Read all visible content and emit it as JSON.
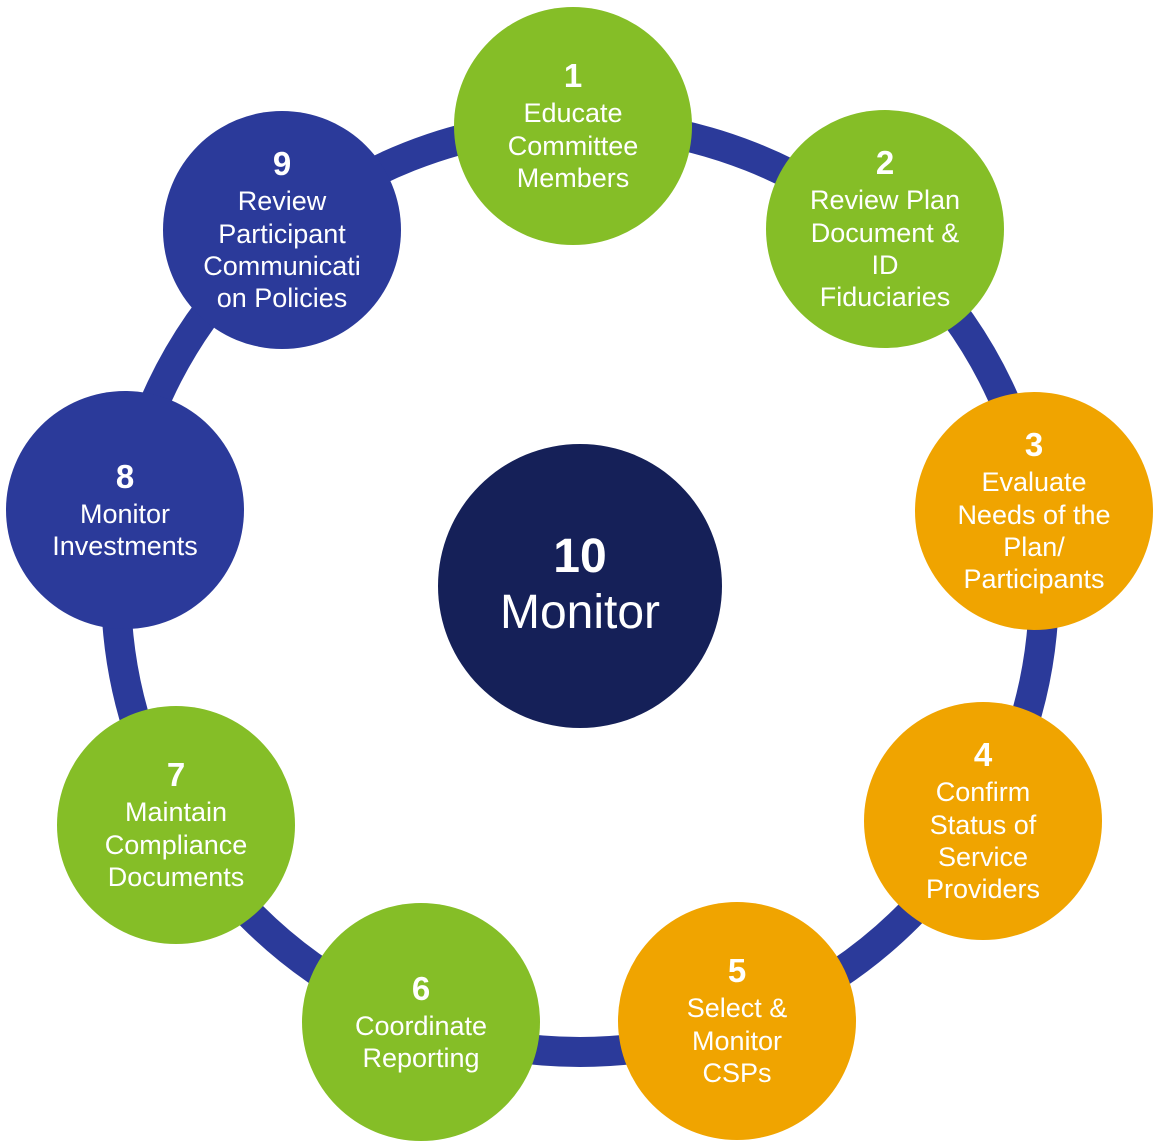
{
  "colors": {
    "green": "#85BE27",
    "orange": "#F0A400",
    "blue": "#2B3A9A",
    "navy": "#152058",
    "ring": "#2B3A9A",
    "text": "#FFFFFF",
    "background": "#FFFFFF"
  },
  "center": {
    "number": "10",
    "label": "Monitor",
    "color": "#152058"
  },
  "steps": [
    {
      "number": "1",
      "lines": [
        "Educate",
        "Committee",
        "Members"
      ],
      "color": "#85BE27"
    },
    {
      "number": "2",
      "lines": [
        "Review Plan",
        "Document &",
        "ID",
        "Fiduciaries"
      ],
      "color": "#85BE27"
    },
    {
      "number": "3",
      "lines": [
        "Evaluate",
        "Needs of the",
        "Plan/",
        "Participants"
      ],
      "color": "#F0A400"
    },
    {
      "number": "4",
      "lines": [
        "Confirm",
        "Status of",
        "Service",
        "Providers"
      ],
      "color": "#F0A400"
    },
    {
      "number": "5",
      "lines": [
        "Select &",
        "Monitor",
        "CSPs"
      ],
      "color": "#F0A400"
    },
    {
      "number": "6",
      "lines": [
        "Coordinate",
        "Reporting"
      ],
      "color": "#85BE27"
    },
    {
      "number": "7",
      "lines": [
        "Maintain",
        "Compliance",
        "Documents"
      ],
      "color": "#85BE27"
    },
    {
      "number": "8",
      "lines": [
        "Monitor",
        "Investments"
      ],
      "color": "#2B3A9A"
    },
    {
      "number": "9",
      "lines": [
        "Review",
        "Participant",
        "Communicati",
        "on Policies"
      ],
      "color": "#2B3A9A"
    }
  ]
}
